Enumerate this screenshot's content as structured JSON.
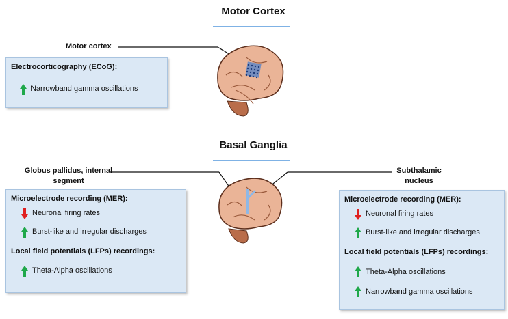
{
  "motor": {
    "title": "Motor Cortex",
    "label": "Motor cortex",
    "box": {
      "heading": "Electrocorticography (ECoG):",
      "items": [
        {
          "text": "Narrowband gamma oscillations",
          "direction": "up"
        }
      ]
    }
  },
  "basal": {
    "title": "Basal Ganglia",
    "label_left": "Globus pallidus, internal\nsegment",
    "label_right": "Subthalamic\nnucleus",
    "left_box": {
      "heading1": "Microelectrode recording (MER):",
      "items1": [
        {
          "text": "Neuronal firing rates",
          "direction": "down"
        },
        {
          "text": "Burst-like and irregular discharges",
          "direction": "up"
        }
      ],
      "heading2": "Local field potentials (LFPs) recordings:",
      "items2": [
        {
          "text": "Theta-Alpha oscillations",
          "direction": "up"
        }
      ]
    },
    "right_box": {
      "heading1": "Microelectrode recording (MER):",
      "items1": [
        {
          "text": "Neuronal firing rates",
          "direction": "down"
        },
        {
          "text": "Burst-like and irregular discharges",
          "direction": "up"
        }
      ],
      "heading2": "Local field potentials (LFPs) recordings:",
      "items2": [
        {
          "text": "Theta-Alpha oscillations",
          "direction": "up"
        },
        {
          "text": "Narrowband gamma oscillations",
          "direction": "up"
        }
      ]
    }
  },
  "colors": {
    "up": "#1fa84a",
    "down": "#e02020",
    "box_fill": "#dbe8f5",
    "rule": "#7fb2e5"
  },
  "icons": {
    "up": "green-up-arrow-icon",
    "down": "red-down-arrow-icon",
    "brain": "brain-icon"
  }
}
